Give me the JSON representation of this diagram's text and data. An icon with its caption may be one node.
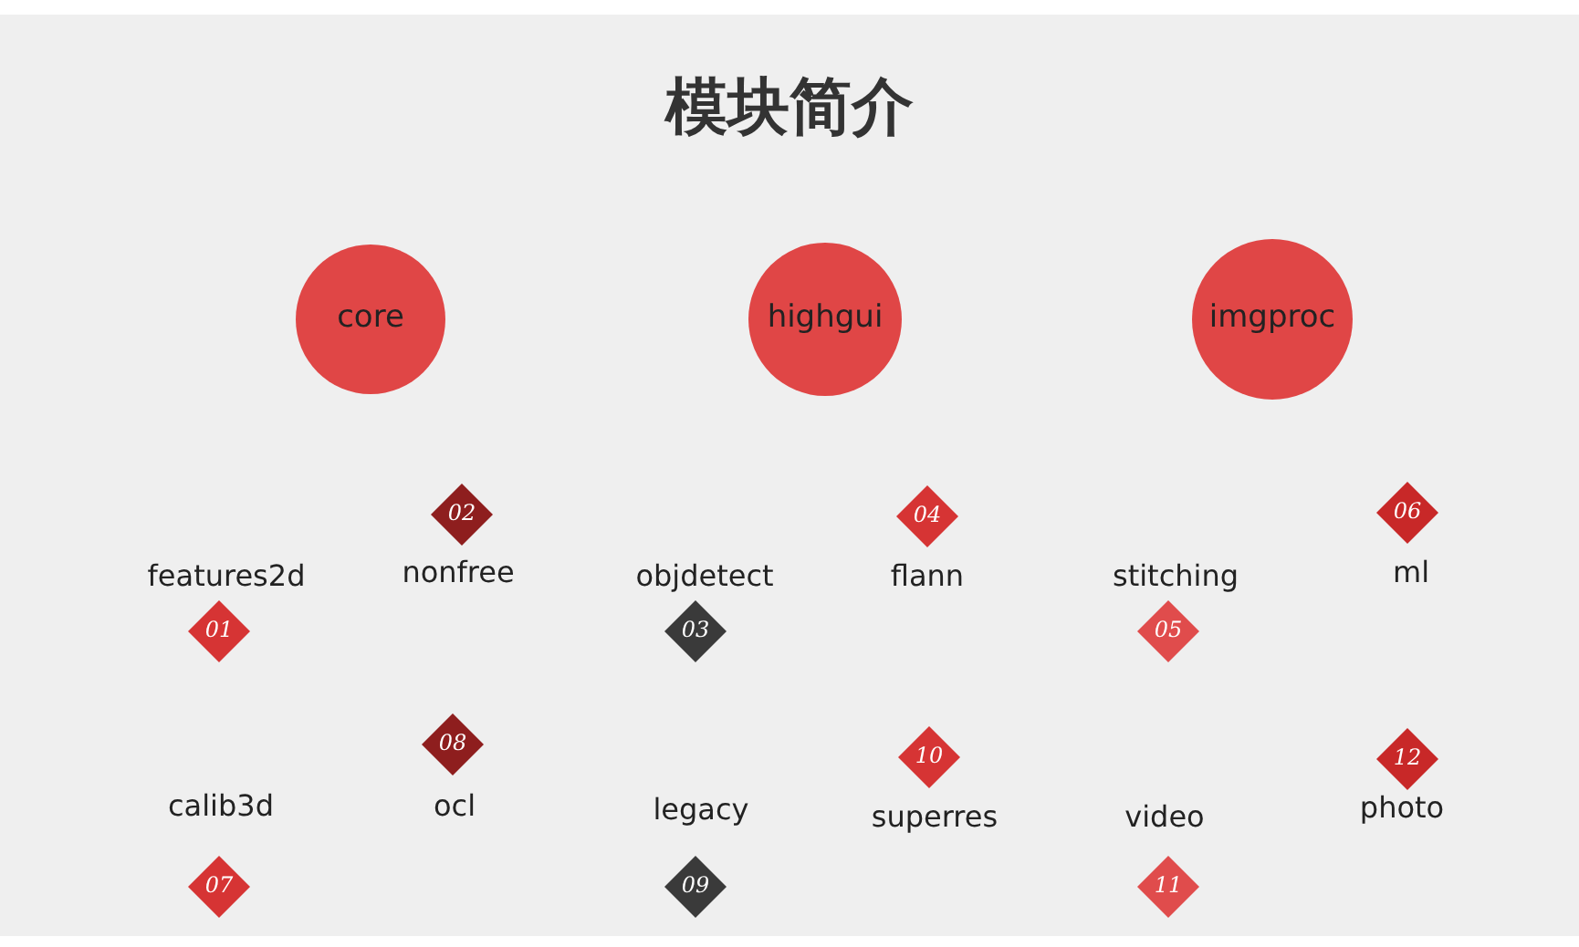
{
  "diagram": {
    "title": "模块简介",
    "nodes": [
      {
        "text": [
          "core"
        ]
      },
      {
        "text": [
          "highgui"
        ]
      },
      {
        "text": [
          "imgproc"
        ]
      },
      {
        "text": [
          "01"
        ],
        "beside": [
          "features2d"
        ]
      },
      {
        "text": [
          "02"
        ],
        "beside": [
          "nonfree"
        ]
      },
      {
        "text": [
          "03"
        ],
        "beside": [
          "objdetect"
        ]
      },
      {
        "text": [
          "04"
        ],
        "beside": [
          "flann"
        ]
      },
      {
        "text": [
          "05"
        ],
        "beside": [
          "stitching"
        ]
      },
      {
        "text": [
          "06"
        ],
        "beside": [
          "ml"
        ]
      },
      {
        "text": [
          "07"
        ],
        "beside": [
          "calib3d"
        ]
      },
      {
        "text": [
          "08"
        ],
        "beside": [
          "ocl"
        ]
      },
      {
        "text": [
          "09"
        ],
        "beside": [
          "legacy"
        ]
      },
      {
        "text": [
          "10"
        ],
        "beside": [
          "superres"
        ]
      },
      {
        "text": [
          "11"
        ],
        "beside": [
          "video"
        ]
      },
      {
        "text": [
          "12"
        ],
        "beside": [
          "photo"
        ]
      }
    ],
    "edges": []
  }
}
